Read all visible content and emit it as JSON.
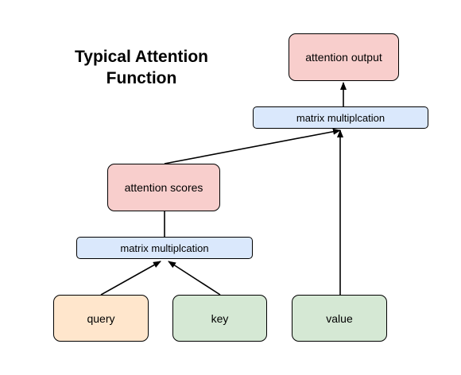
{
  "title": {
    "line1": "Typical Attention",
    "line2": "Function"
  },
  "nodes": {
    "attention_output": {
      "label": "attention output",
      "fill": "#f8cecc"
    },
    "matmul_top": {
      "label": "matrix multiplcation",
      "fill": "#dae8fc"
    },
    "attention_scores": {
      "label": "attention scores",
      "fill": "#f8cecc"
    },
    "matmul_bottom": {
      "label": "matrix multiplcation",
      "fill": "#dae8fc"
    },
    "query": {
      "label": "query",
      "fill": "#ffe6cc"
    },
    "key": {
      "label": "key",
      "fill": "#d5e8d4"
    },
    "value": {
      "label": "value",
      "fill": "#d5e8d4"
    }
  },
  "colors": {
    "stroke": "#000000",
    "text": "#000000",
    "background": "#ffffff"
  }
}
